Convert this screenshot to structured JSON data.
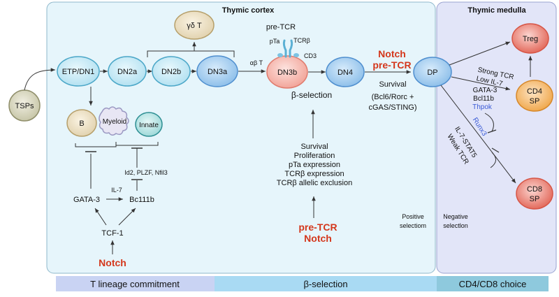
{
  "regions": {
    "cortex_title": "Thymic cortex",
    "medulla_title": "Thymic medulla"
  },
  "cells": {
    "tsps": "TSPs",
    "etp": "ETP/DN1",
    "dn2a": "DN2a",
    "dn2b": "DN2b",
    "dn3a": "DN3a",
    "dn3b": "DN3b",
    "dn4": "DN4",
    "dp": "DP",
    "gdt": "γδ T",
    "b": "B",
    "myeloid": "Myeloid",
    "innate": "Innate",
    "treg": "Treg",
    "cd4_l1": "CD4",
    "cd4_l2": "SP",
    "cd8_l1": "CD8",
    "cd8_l2": "SP"
  },
  "labels": {
    "pre_tcr": "pre-TCR",
    "pta": "pTa",
    "tcrb": "TCRβ",
    "cd3": "CD3",
    "abt": "αβ T",
    "beta_selection": "β-selection",
    "notch_top": "Notch",
    "pretcr_top": "pre-TCR",
    "survival": "Survival",
    "survival_factors_1": "(Bcl6/Rorc +",
    "survival_factors_2": "cGAS/STING)",
    "strong_tcr": "Strong TCR",
    "low_il7": "Low IL-7",
    "gata3_r": "GATA-3",
    "bcl11b_r": "Bcl11b",
    "thpok": "Thpok",
    "runx3": "Runx3",
    "il7_stat5": "IL-7-STAT5",
    "weak_tcr": "Weak TCR",
    "bs_list": [
      "Survival",
      "Proliferation",
      "pTa expression",
      "TCRβ expression",
      "TCRβ allelic exclusion"
    ],
    "pretcr_bottom": "pre-TCR",
    "notch_bottom_mid": "Notch",
    "positive_1": "Positive",
    "positive_2": "selectiom",
    "negative_1": "Negative",
    "negative_2": "selectlon",
    "id2": "Id2, PLZF, Nfil3",
    "il7_left": "IL-7",
    "gata3_left": "GATA-3",
    "bcl11b_left": "Bc111b",
    "tcf1": "TCF-1",
    "notch_bottom_left": "Notch"
  },
  "footer": [
    "T lineage commitment",
    "β-selection",
    "CD4/CD8 choice"
  ],
  "colors": {
    "cortex_fill": "#e6f5fb",
    "medulla_fill": "#e2e5f8",
    "accent_red": "#d4371c",
    "accent_blue": "#3b5bd6",
    "footer_left": "#c9d3f3",
    "footer_mid": "#a9daf3",
    "footer_right": "#8ec9dd"
  }
}
